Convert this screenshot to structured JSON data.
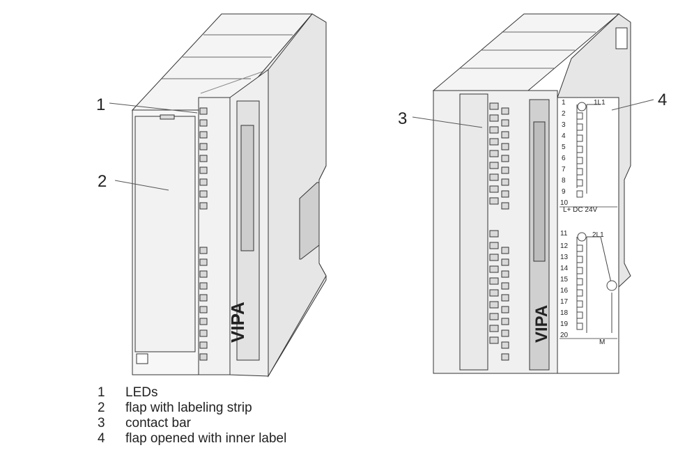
{
  "callouts": {
    "c1": "1",
    "c2": "2",
    "c3": "3",
    "c4": "4"
  },
  "module": {
    "brand": "VIPA",
    "terminals": [
      "1",
      "2",
      "3",
      "4",
      "5",
      "6",
      "7",
      "8",
      "9",
      "10",
      "11",
      "12",
      "13",
      "14",
      "15",
      "16",
      "17",
      "18",
      "19",
      "20"
    ],
    "group1_label": "1L1",
    "group2_label": "2L1",
    "supply_label": "L+ DC 24V",
    "ground_label": "M"
  },
  "legend": [
    {
      "num": "1",
      "text": "LEDs"
    },
    {
      "num": "2",
      "text": "flap with labeling strip"
    },
    {
      "num": "3",
      "text": "contact bar"
    },
    {
      "num": "4",
      "text": "flap opened with inner label"
    }
  ],
  "colors": {
    "outline": "#333333",
    "face": "#f2f2f2",
    "side": "#e6e6e6",
    "shade": "#cfcfcf"
  }
}
